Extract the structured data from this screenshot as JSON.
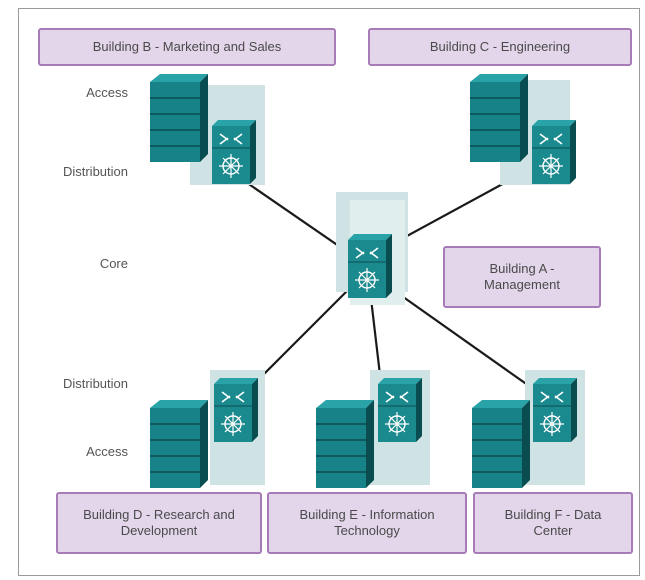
{
  "layers": {
    "access_top": "Access",
    "distribution_top": "Distribution",
    "core": "Core",
    "distribution_bottom": "Distribution",
    "access_bottom": "Access"
  },
  "buildings": {
    "b": "Building B - Marketing and Sales",
    "c": "Building C - Engineering",
    "a": "Building A - Management",
    "d": "Building D - Research and Development",
    "e": "Building E - Information Technology",
    "f": "Building F - Data Center"
  },
  "colors": {
    "building_fill": "#e3d6ea",
    "building_border": "#a77bb8",
    "device_teal": "#1a8a8f",
    "device_dark": "#0d5f63",
    "shadow": "#cfe3e4",
    "link": "#1a1a1a"
  }
}
